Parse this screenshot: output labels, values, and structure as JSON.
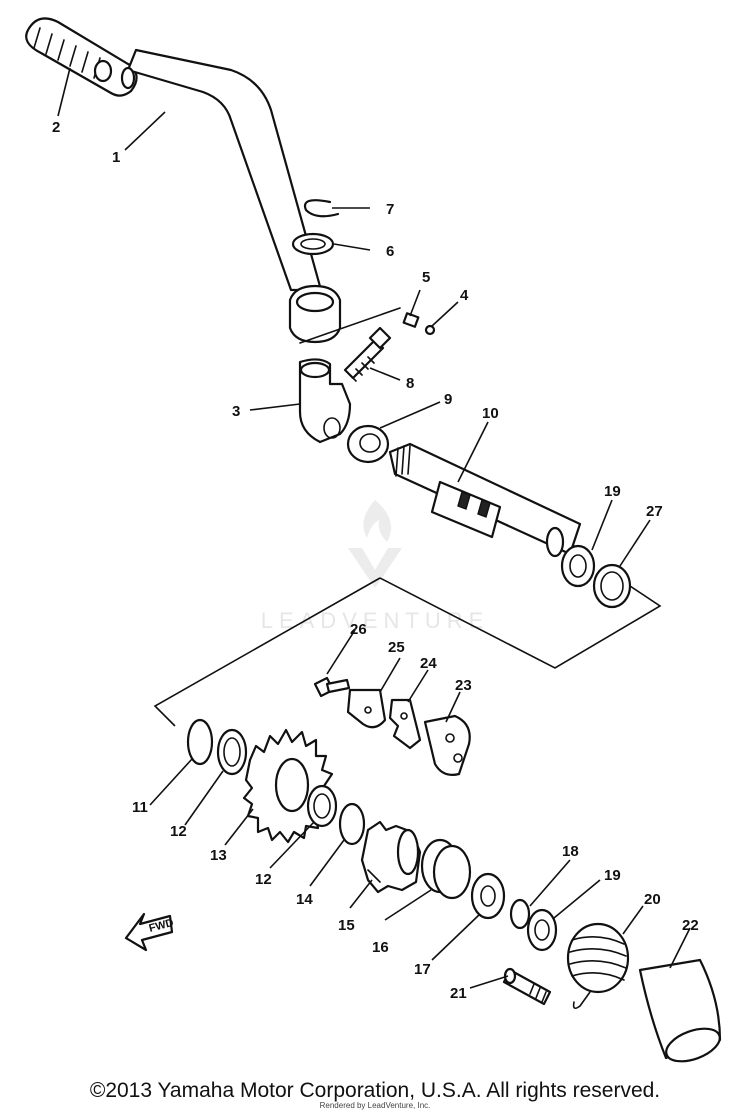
{
  "diagram": {
    "watermark": "LEADVENTURE",
    "fwd_label": "FWD",
    "callouts": {
      "p1": "1",
      "p2": "2",
      "p3": "3",
      "p4": "4",
      "p5": "5",
      "p6": "6",
      "p7": "7",
      "p8": "8",
      "p9": "9",
      "p10": "10",
      "p11": "11",
      "p12a": "12",
      "p12b": "12",
      "p13": "13",
      "p14": "14",
      "p15": "15",
      "p16": "16",
      "p17": "17",
      "p18": "18",
      "p19a": "19",
      "p19b": "19",
      "p20": "20",
      "p21": "21",
      "p22": "22",
      "p23": "23",
      "p24": "24",
      "p25": "25",
      "p26": "26",
      "p27": "27"
    }
  },
  "footer": {
    "copyright": "©2013 Yamaha Motor Corporation, U.S.A. All rights reserved.",
    "rendered_by": "Rendered by LeadVenture, Inc."
  }
}
